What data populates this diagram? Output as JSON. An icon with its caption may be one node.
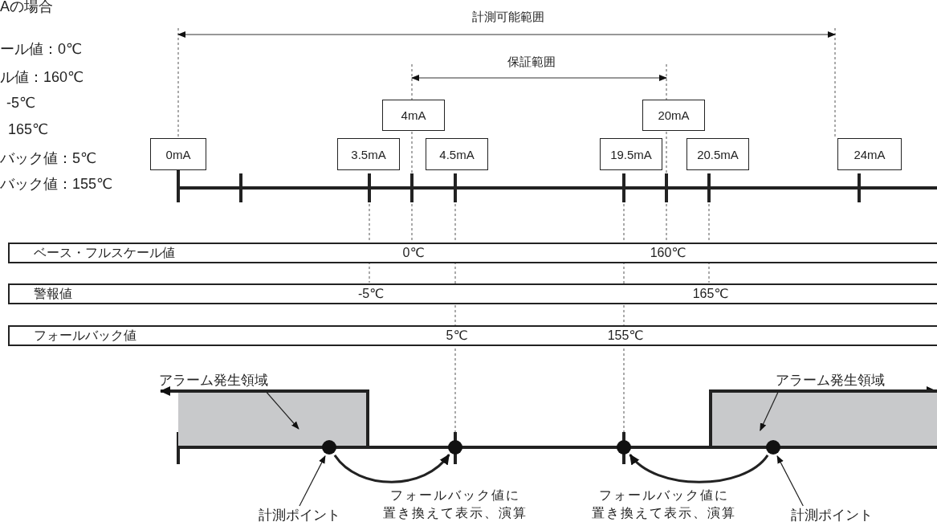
{
  "diagram": {
    "nodes": [
      {
        "text": [
          "4mA"
        ]
      },
      {
        "text": [
          "20mA"
        ]
      },
      {
        "text": [
          "0mA"
        ]
      },
      {
        "text": [
          "3.5mA"
        ]
      },
      {
        "text": [
          "4.5mA"
        ]
      },
      {
        "text": [
          "19.5mA"
        ]
      },
      {
        "text": [
          "20.5mA"
        ]
      },
      {
        "text": [
          "24mA"
        ]
      },
      {
        "text": [
          "ベース・フルスケール値",
          "0℃",
          "160℃"
        ]
      },
      {
        "text": [
          "警報値",
          "-5℃",
          "165℃"
        ]
      },
      {
        "text": [
          "フォールバック値",
          "5℃",
          "155℃"
        ]
      },
      {
        "text": [
          "アラーム発生領域"
        ]
      },
      {
        "text": [
          "アラーム発生領域"
        ]
      },
      {
        "text": [],
        "shape": "box"
      },
      {
        "text": [],
        "shape": "box"
      },
      {
        "text": [],
        "shape": "circle"
      },
      {
        "text": [],
        "shape": "circle"
      },
      {
        "text": [],
        "shape": "circle"
      },
      {
        "text": [],
        "shape": "circle"
      },
      {
        "text": [
          "計測ポイント"
        ]
      },
      {
        "text": [
          "計測ポイント"
        ]
      }
    ],
    "edges": [
      {
        "from": 11,
        "to": 13,
        "arrow": "to"
      },
      {
        "from": 12,
        "to": 14,
        "arrow": "to"
      },
      {
        "from": 19,
        "to": 15,
        "arrow": "to"
      },
      {
        "from": 20,
        "to": 18,
        "arrow": "to"
      },
      {
        "from": 15,
        "to": 16,
        "arrow": "to",
        "label": "フォールバック値に置き換えて表示、演算",
        "style": "thick"
      },
      {
        "from": 18,
        "to": 17,
        "arrow": "to",
        "label": "フォールバック値に置き換えて表示、演算",
        "style": "thick"
      }
    ],
    "labels": [
      "Aの場合",
      "ール値：0℃",
      "ル値：160℃",
      "-5℃",
      "165℃",
      "バック値：5℃",
      "バック値：155℃",
      "計測可能範囲",
      "保証範囲"
    ]
  }
}
